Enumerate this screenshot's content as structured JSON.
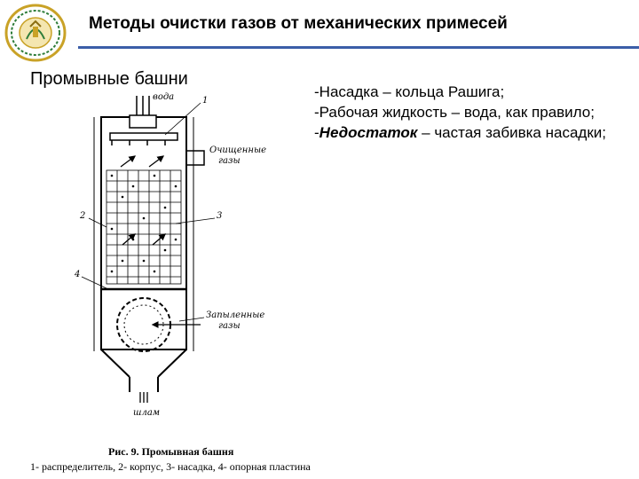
{
  "slide": {
    "title": "Методы очистки газов от механических примесей",
    "subtitle": "Промывные башни"
  },
  "bullets": [
    {
      "parts": [
        "-Насадка – кольца Рашига;"
      ]
    },
    {
      "parts": [
        "-Рабочая жидкость – вода, как правило;"
      ]
    },
    {
      "parts": [
        "-",
        "Недостаток",
        " – частая забивка насадки;"
      ]
    }
  ],
  "diagram": {
    "labels": {
      "water": "вода",
      "clean_gas_1": "Очищенные",
      "clean_gas_2": "газы",
      "dusty_gas_1": "Запыленные",
      "dusty_gas_2": "газы",
      "sludge": "шлам",
      "num1": "1",
      "num2": "2",
      "num3": "3",
      "num4": "4"
    }
  },
  "caption": {
    "title": "Рис. 9. Промывная башня",
    "legend": "1- распределитель, 2- корпус, 3- насадка, 4- опорная пластина"
  },
  "colors": {
    "header_rule": "#3b5ea8",
    "logo_gold": "#c9a227",
    "logo_green": "#2f7d3a"
  }
}
